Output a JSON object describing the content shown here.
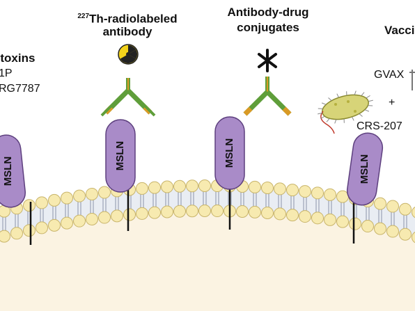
{
  "labels": {
    "immunotoxins_title": "otoxins",
    "immunotoxins_line2": "1P",
    "immunotoxins_line3": "RG7787",
    "radiolabeled_sup": "227",
    "radiolabeled_line1": "Th-radiolabeled",
    "radiolabeled_line2": "antibody",
    "adc_line1": "Antibody-drug",
    "adc_line2": "conjugates",
    "vaccine_title": "Vacci",
    "vaccine_gvax": "GVAX",
    "vaccine_plus": "+",
    "vaccine_crs": "CRS-207"
  },
  "receptor_label": "MSLN",
  "colors": {
    "msln_fill": "#a98bc8",
    "msln_stroke": "#5d3f7e",
    "lipid_head": "#f7eab0",
    "lipid_stroke": "#c8b46a",
    "cell_interior": "#fbf3e2",
    "antibody_green": "#5f9e3a",
    "antibody_orange": "#d99a25",
    "bacterium": "#d7d478"
  }
}
